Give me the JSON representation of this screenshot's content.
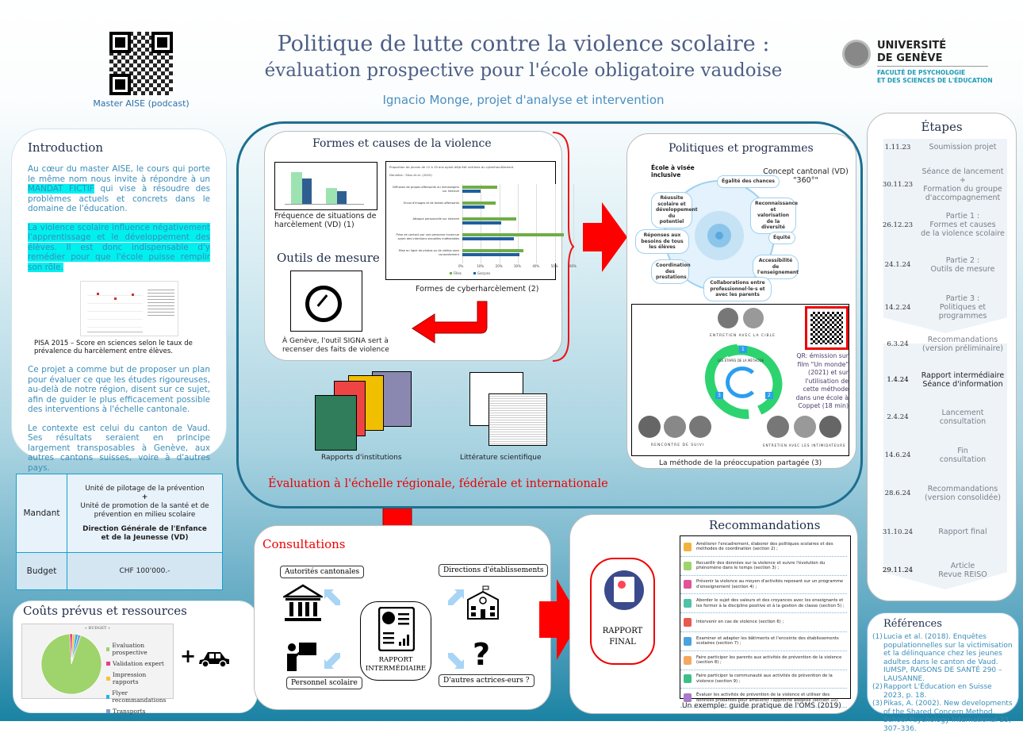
{
  "header": {
    "title_line1": "Politique de lutte contre la violence scolaire :",
    "title_line2": "évaluation prospective pour l'école obligatoire vaudoise",
    "subtitle": "Ignacio Monge, projet d'analyse et intervention",
    "qr_caption": "Master AISE (podcast)",
    "logo": {
      "name_line1": "UNIVERSITÉ",
      "name_line2": "DE GENÈVE",
      "faculty_line1": "FACULTÉ DE PSYCHOLOGIE",
      "faculty_line2": "ET DES SCIENCES DE L'ÉDUCATION"
    }
  },
  "intro": {
    "title": "Introduction",
    "p1_before": "Au cœur du master AISE, le cours qui porte le même nom nous invite à répondre à un ",
    "p1_highlight": "MANDAT FICTIF",
    "p1_after": " qui vise à résoudre des problèmes actuels et concrets dans le domaine de l'éducation.",
    "p2": "La violence scolaire influence négativement l'apprentissage et le développement des élèves. Il est donc indispensable d'y remédier pour que l'école puisse remplir son rôle.",
    "figure_caption": "PISA 2015 – Score en sciences selon le taux de prévalence du harcèlement entre élèves.",
    "p3": "Ce projet a comme but de proposer un plan pour évaluer ce que les études rigoureuses, au-delà de notre région, disent sur ce sujet, afin de guider le plus efficacement possible des interventions à l'échelle cantonale.",
    "p4": "Le contexte est celui du canton de Vaud. Ses résultats seraient en principe largement transposables à Genève, aux autres cantons suisses, voire à d'autres pays."
  },
  "mandant": {
    "label": "Mandant",
    "line1": "Unité de pilotage de la prévention",
    "plus": "+",
    "line2": "Unité de promotion de la santé et de prévention en milieu scolaire",
    "bold1": "Direction Générale de l'Enfance",
    "bold2": "et de la Jeunesse (VD)",
    "budget_label": "Budget",
    "budget_value": "CHF 100'000.-"
  },
  "costs": {
    "title": "Coûts prévus et ressources",
    "plus": "+",
    "car_icon": "car-icon"
  },
  "formes": {
    "title": "Formes et causes de la violence",
    "chart1_caption": "Fréquence de situations de harcèlement (VD) (1)",
    "chart2_caption": "Formes de cyberharcèlement (2)",
    "outils_title": "Outils de mesure",
    "signa_caption": "À Genève, l'outil SIGNA sert à recenser des faits de violence"
  },
  "sources": {
    "rapports": "Rapports d'institutions",
    "litterature": "Littérature scientifique"
  },
  "evaluation_label": "Évaluation à l'échelle régionale, fédérale et internationale",
  "politiques": {
    "title": "Politiques et programmes",
    "concept_line1": "Concept cantonal (VD)",
    "concept_line2": "\"360°\"",
    "ecole": "École à visée inclusive",
    "bubbles": [
      "Égalité des chances",
      "Reconnaissance et valorisation de la diversité",
      "Équité",
      "Accessibilité de l'enseignement",
      "Collaborations entre professionnel·le·s et avec les parents",
      "Coordination des prestations",
      "Réponses aux besoins de tous les élèves",
      "Réussite scolaire et développement du potentiel"
    ],
    "methode": {
      "cible": "ENTRETIEN AVEC LA CIBLE",
      "suivi": "RENCONTRE DE SUIVI",
      "intimidateurs": "ENTRETIEN AVEC LES INTIMIDATEURS",
      "center": "LES ÉTAPES DE LA MÉTHODE",
      "steps": [
        "1",
        "2",
        "3"
      ],
      "qr_text": "QR: émission sur film \"Un monde\" (2021) et sur l'utilisation de cette méthode dans une école à Coppet (18 min)",
      "caption": "La méthode de la préoccupation partagée (3)"
    }
  },
  "consultations": {
    "title": "Consultations",
    "actors": [
      "Autorités cantonales",
      "Directions d'établissements",
      "Personnel scolaire",
      "D'autres actrices-eurs ?"
    ],
    "center_line1": "RAPPORT",
    "center_line2": "INTERMÉDIAIRE"
  },
  "recommandations": {
    "title": "Recommandations",
    "final_line1": "RAPPORT",
    "final_line2": "FINAL",
    "caption": "Un exemple: guide pratique de l'OMS (2019)",
    "items": [
      {
        "text": "Améliorer l'encadrement, élaborer des politiques scolaires et des méthodes de coordination (section 2) ;",
        "color": "#f2b33d"
      },
      {
        "text": "Recueillir des données sur la violence et suivre l'évolution du phénomène dans le temps (section 3) ;",
        "color": "#9fd36b"
      },
      {
        "text": "Prévenir la violence au moyen d'activités reposant sur un programme d'enseignement (section 4) ;",
        "color": "#e0559a"
      },
      {
        "text": "Aborder le sujet des valeurs et des croyances avec les enseignants et les former à la discipline positive et à la gestion de classe (section 5) ;",
        "color": "#4fc3a8"
      },
      {
        "text": "Intervenir en cas de violence (section 6) ;",
        "color": "#e85a4f"
      },
      {
        "text": "Examiner et adapter les bâtiments et l'enceinte des établissements scolaires (section 7) ;",
        "color": "#4aa3df"
      },
      {
        "text": "Faire participer les parents aux activités de prévention de la violence (section 8) ;",
        "color": "#f5a862"
      },
      {
        "text": "Faire participer la communauté aux activités de prévention de la violence (section 9) ;",
        "color": "#3dbf8a"
      },
      {
        "text": "Évaluer les activités de prévention de la violence et utiliser des données probantes pour améliorer l'approche adoptée (section 10).",
        "color": "#a77bc9"
      }
    ]
  },
  "etapes": {
    "title": "Étapes",
    "items": [
      {
        "date": "1.11.23",
        "text": "Soumission projet"
      },
      {
        "date": "30.11.23",
        "text": "Séance de lancement\n+\nFormation du groupe d'accompagnement"
      },
      {
        "date": "26.12.23",
        "text": "Partie 1 :\nFormes et causes\nde la violence scolaire"
      },
      {
        "date": "24.1.24",
        "text": "Partie 2 :\nOutils de mesure"
      },
      {
        "date": "14.2.24",
        "text": "Partie 3 :\nPolitiques et\nprogrammes"
      },
      {
        "date": "6.3.24",
        "text": "Recommandations\n(version préliminaire)"
      },
      {
        "date": "1.4.24",
        "text": "Rapport intermédiaire\nSéance d'information"
      },
      {
        "date": "2.4.24",
        "text": "Lancement\nconsultation"
      },
      {
        "date": "14.6.24",
        "text": "Fin\nconsultation"
      },
      {
        "date": "28.6.24",
        "text": "Recommandations\n(version consolidée)"
      },
      {
        "date": "31.10.24",
        "text": "Rapport final"
      },
      {
        "date": "29.11.24",
        "text": "Article\nRevue REISO"
      }
    ]
  },
  "references": {
    "title": "Références",
    "items": [
      {
        "n": "(1)",
        "text": "Lucia et al. (2018). Enquêtes populationnelles sur la victimisation et la délinquance chez les jeunes adultes dans le canton de Vaud. IUMSP, RAISONS DE SANTÉ 290 – LAUSANNE."
      },
      {
        "n": "(2)",
        "text": "Rapport L'Éducation en Suisse 2023, p. 18."
      },
      {
        "n": "(3)",
        "text": "Pikas, A. (2002). New developments of the Shared Concern Method. School Psychology International 23, 307–336."
      }
    ]
  },
  "chart_data": [
    {
      "type": "bar",
      "orientation": "horizontal",
      "title": "Proportion de jeunes de 12 à 19 ans ayant déjà été victimes du cyberharcèlement",
      "subtitle": "Données : Süss et al. (2020)",
      "categories": [
        "Diffusion de propos offensants ou mensongers sur Internet",
        "Envoi d'images et de textes offensants",
        "Attaque personnelle sur Internet",
        "Prise de contact par une personne inconnue ayant des intentions sexuelles indésirables",
        "Mise en ligne de photos ou de vidéos sans consentement"
      ],
      "series": [
        {
          "name": "Filles",
          "color": "#70ad47",
          "values": [
            19,
            18,
            29,
            55,
            33
          ]
        },
        {
          "name": "Garçons",
          "color": "#1f5fa0",
          "values": [
            10,
            12,
            21,
            28,
            31
          ]
        }
      ],
      "xlim": [
        0,
        60
      ],
      "xticks": [
        "0%",
        "10%",
        "20%",
        "30%",
        "40%",
        "50%",
        "60%"
      ],
      "legend": "bottom"
    },
    {
      "type": "pie",
      "title": "« BUDGET »",
      "categories": [
        "Evaluation prospective",
        "Validation expert",
        "Impression rapports",
        "Flyer recommandations",
        "Transports"
      ],
      "values": [
        94,
        1.5,
        1.5,
        1.5,
        1.5
      ],
      "colors": [
        "#9fd36b",
        "#e83e8c",
        "#f7c23b",
        "#1fb6e6",
        "#8a9ad0"
      ],
      "legend": "right"
    }
  ]
}
